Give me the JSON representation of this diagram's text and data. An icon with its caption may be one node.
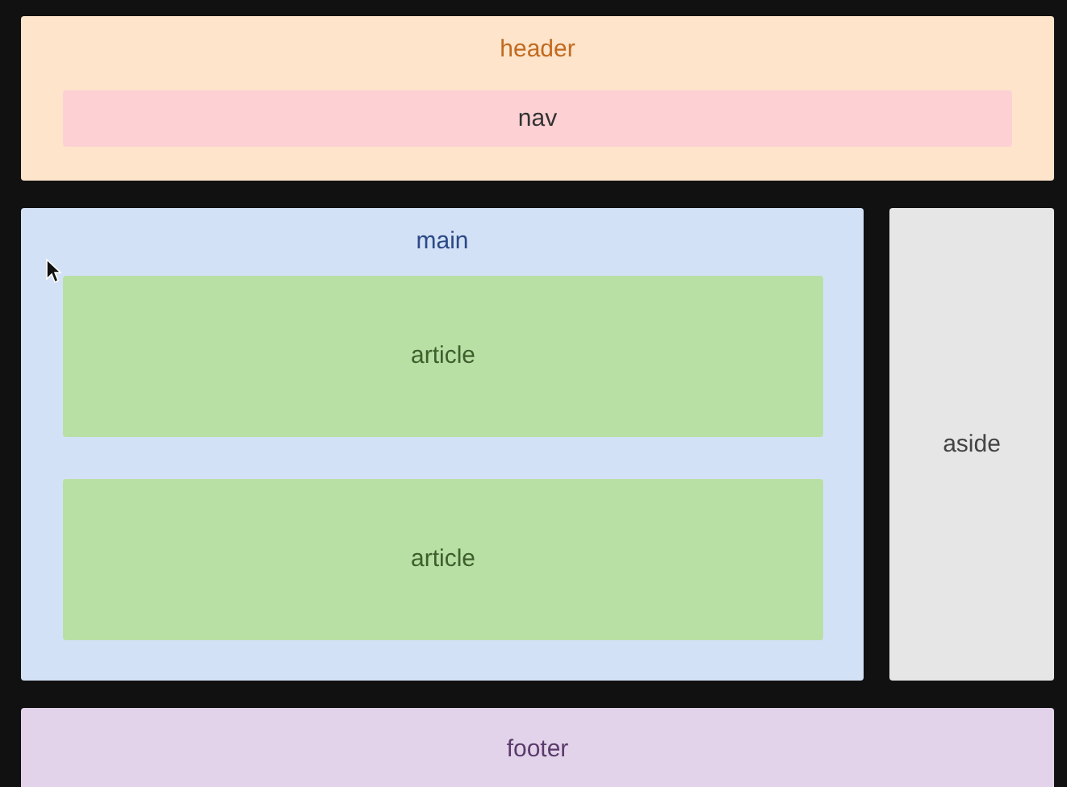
{
  "diagram": {
    "nodes": [
      {
        "text": [
          "header"
        ]
      },
      {
        "text": [
          "nav"
        ],
        "in": 0
      },
      {
        "text": [
          "main"
        ]
      },
      {
        "text": [
          "article"
        ],
        "in": 2
      },
      {
        "text": [
          "article"
        ],
        "in": 2
      },
      {
        "text": [
          "aside"
        ]
      },
      {
        "text": [
          "footer"
        ]
      }
    ]
  }
}
